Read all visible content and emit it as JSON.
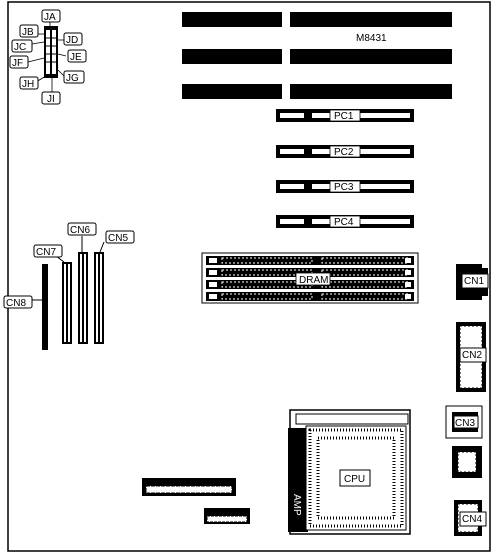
{
  "board": {
    "model": "M8431",
    "labels": {
      "JA": "JA",
      "JB": "JB",
      "JC": "JC",
      "JD": "JD",
      "JE": "JE",
      "JF": "JF",
      "JG": "JG",
      "JH": "JH",
      "JI": "JI",
      "PC1": "PC1",
      "PC2": "PC2",
      "PC3": "PC3",
      "PC4": "PC4",
      "DRAM": "DRAM",
      "CN1": "CN1",
      "CN2": "CN2",
      "CN3": "CN3",
      "CN4": "CN4",
      "CN5": "CN5",
      "CN6": "CN6",
      "CN7": "CN7",
      "CN8": "CN8",
      "CPU": "CPU",
      "AMP": "AMP"
    }
  }
}
